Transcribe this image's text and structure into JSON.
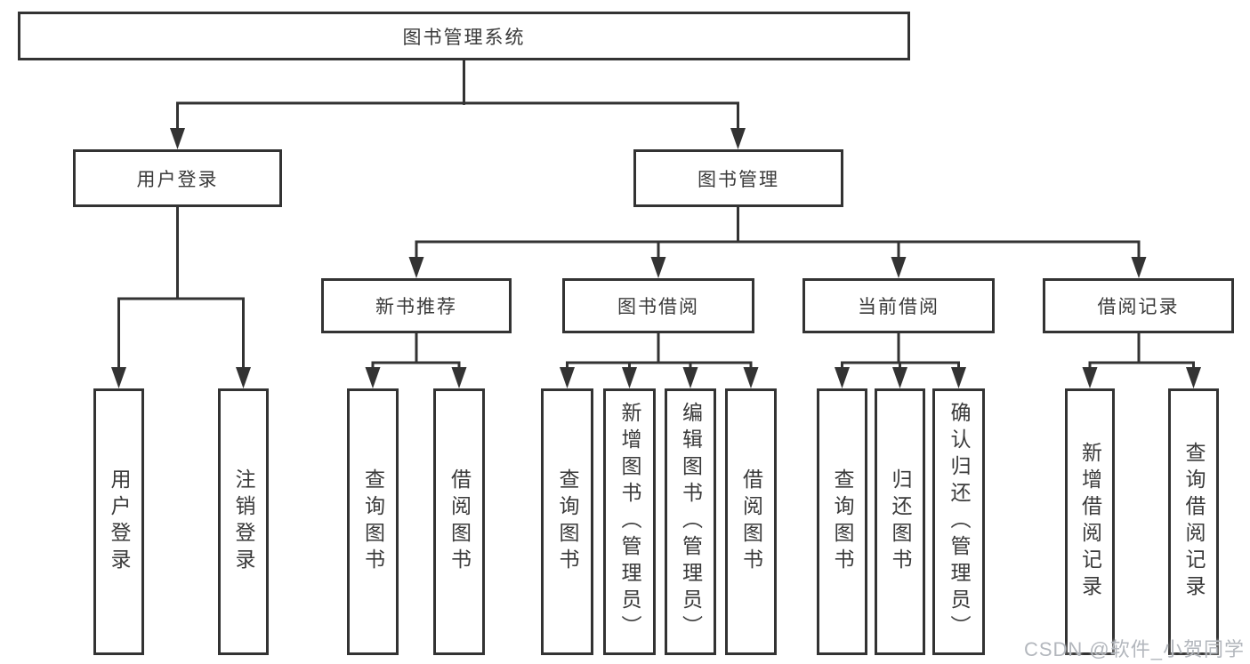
{
  "colors": {
    "line": "#333333",
    "box_border": "#333333",
    "text": "#3a3a3a",
    "watermark": "#b3b7bd",
    "background": "#ffffff"
  },
  "diagram": {
    "root": {
      "label": "图书管理系统"
    },
    "login_branch": {
      "label": "用户登录",
      "children": [
        {
          "label": "用户登录"
        },
        {
          "label": "注销登录"
        }
      ]
    },
    "mgmt_branch": {
      "label": "图书管理",
      "sections": [
        {
          "label": "新书推荐",
          "children": [
            {
              "label": "查询图书"
            },
            {
              "label": "借阅图书"
            }
          ]
        },
        {
          "label": "图书借阅",
          "children": [
            {
              "label": "查询图书"
            },
            {
              "label": "新增图书（管理员）"
            },
            {
              "label": "编辑图书（管理员）"
            },
            {
              "label": "借阅图书"
            }
          ]
        },
        {
          "label": "当前借阅",
          "children": [
            {
              "label": "查询图书"
            },
            {
              "label": "归还图书"
            },
            {
              "label": "确认归还（管理员）"
            }
          ]
        },
        {
          "label": "借阅记录",
          "children": [
            {
              "label": "新增借阅记录"
            },
            {
              "label": "查询借阅记录"
            }
          ]
        }
      ]
    }
  },
  "watermark": {
    "text": "CSDN @软件_小贺同学"
  }
}
